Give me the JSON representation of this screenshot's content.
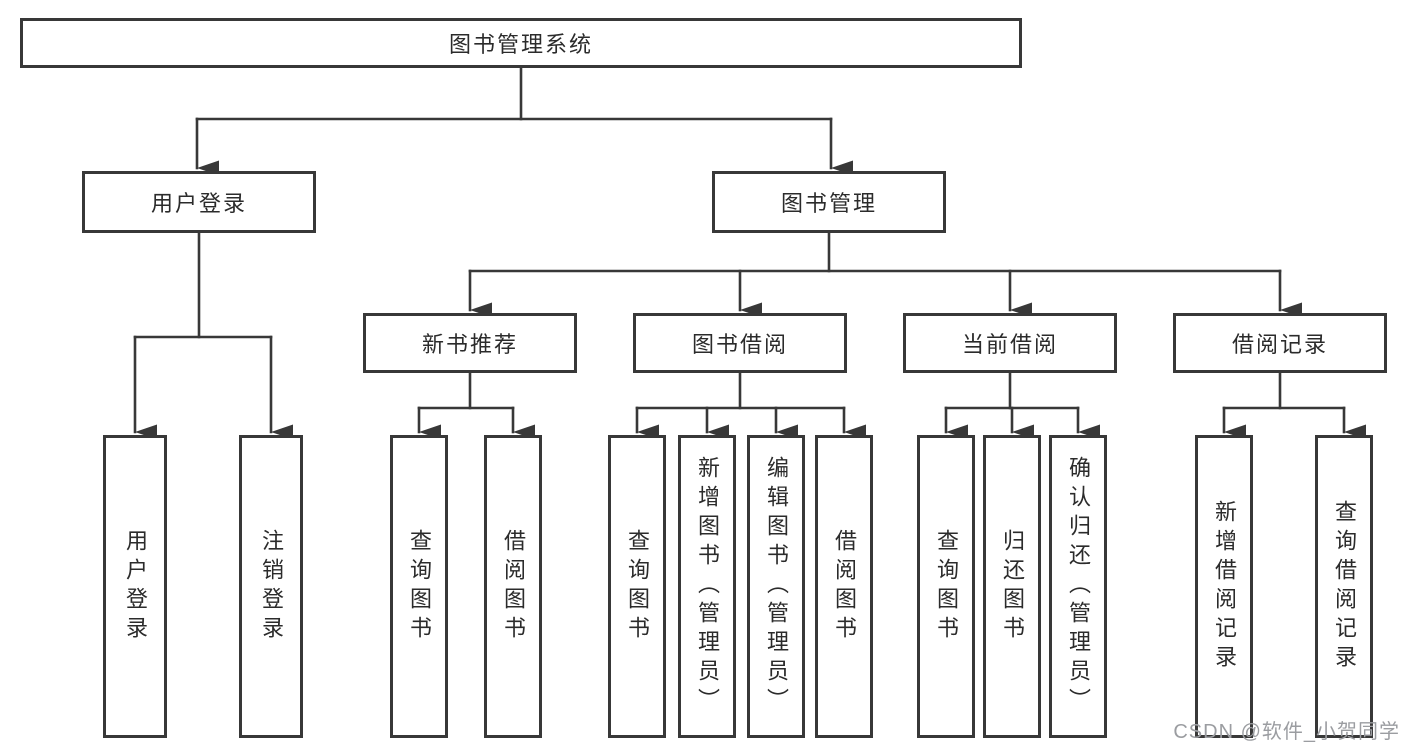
{
  "diagram": {
    "title_node": {
      "label": "图书管理系统"
    },
    "level2": [
      {
        "label": "用户登录"
      },
      {
        "label": "图书管理"
      }
    ],
    "level3": [
      {
        "label": "新书推荐"
      },
      {
        "label": "图书借阅"
      },
      {
        "label": "当前借阅"
      },
      {
        "label": "借阅记录"
      }
    ],
    "leaves": [
      {
        "label": "用户登录",
        "parent": "用户登录"
      },
      {
        "label": "注销登录",
        "parent": "用户登录"
      },
      {
        "label": "查询图书",
        "parent": "新书推荐"
      },
      {
        "label": "借阅图书",
        "parent": "新书推荐"
      },
      {
        "label": "查询图书",
        "parent": "图书借阅"
      },
      {
        "label": "新增图书（管理员）",
        "parent": "图书借阅"
      },
      {
        "label": "编辑图书（管理员）",
        "parent": "图书借阅"
      },
      {
        "label": "借阅图书",
        "parent": "图书借阅"
      },
      {
        "label": "查询图书",
        "parent": "当前借阅"
      },
      {
        "label": "归还图书",
        "parent": "当前借阅"
      },
      {
        "label": "确认归还（管理员）",
        "parent": "当前借阅"
      },
      {
        "label": "新增借阅记录",
        "parent": "借阅记录"
      },
      {
        "label": "查询借阅记录",
        "parent": "借阅记录"
      }
    ]
  },
  "watermark": {
    "text": "CSDN @软件_小贺同学"
  },
  "colors": {
    "line": "#383838",
    "box_border": "#383838",
    "box_bg": "#ffffff",
    "text": "#2b2b2b",
    "watermark": "#9b9da1"
  }
}
